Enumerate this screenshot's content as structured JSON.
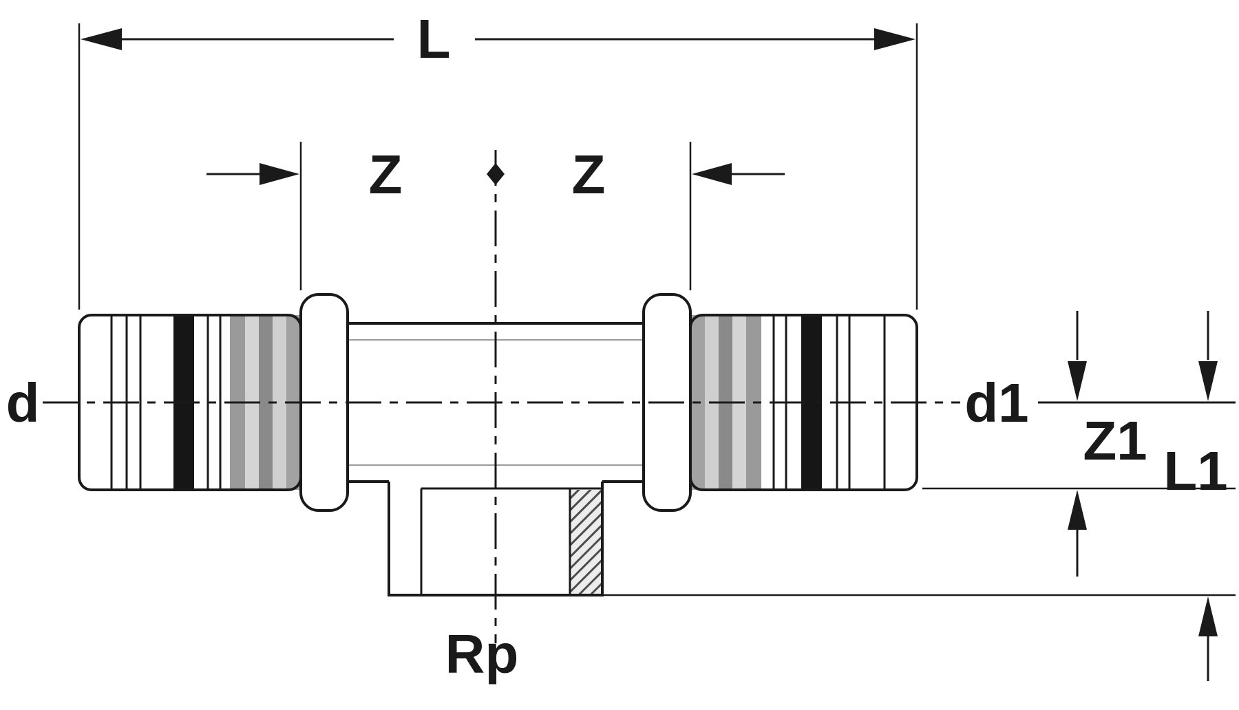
{
  "drawing": {
    "labels": {
      "L": "L",
      "Z_left": "Z",
      "Z_right": "Z",
      "d": "d",
      "d1": "d1",
      "Z1": "Z1",
      "L1": "L1",
      "Rp": "Rp"
    },
    "colors": {
      "background": "#ffffff",
      "line": "#1a1a1a",
      "band_black": "#161616",
      "sleeve_dark": "#8a8a8a",
      "sleeve_mid": "#9a9a9a",
      "sleeve_light": "#d4d4d4",
      "hatch": "#4d4d4d"
    }
  }
}
